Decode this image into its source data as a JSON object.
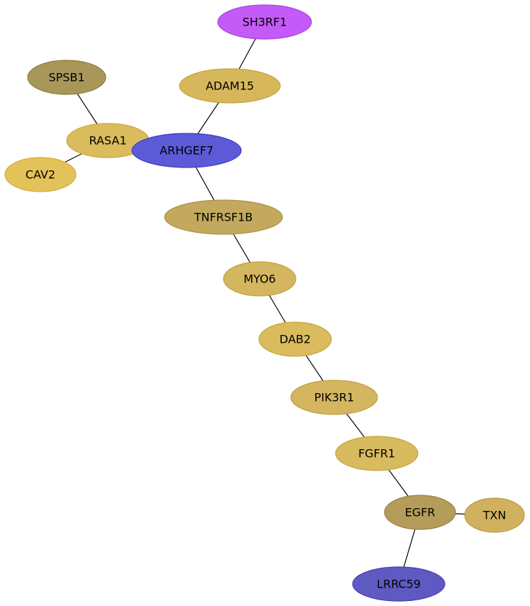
{
  "diagram": {
    "type": "network",
    "nodes": [
      {
        "id": "sh3rf1",
        "label": "SH3RF1",
        "fill": "#c45af7",
        "stroke": "#a843e0"
      },
      {
        "id": "spsb1",
        "label": "SPSB1",
        "fill": "#a99659",
        "stroke": "#8f7c3d"
      },
      {
        "id": "adam15",
        "label": "ADAM15",
        "fill": "#d7b75b",
        "stroke": "#c4a23c"
      },
      {
        "id": "rasa1",
        "label": "RASA1",
        "fill": "#dabc5d",
        "stroke": "#c8a63d"
      },
      {
        "id": "arhgef7",
        "label": "ARHGEF7",
        "fill": "#5d5ad8",
        "stroke": "#3e3ac4"
      },
      {
        "id": "cav2",
        "label": "CAV2",
        "fill": "#e4c25a",
        "stroke": "#d2ad3a"
      },
      {
        "id": "tnfrsf1b",
        "label": "TNFRSF1B",
        "fill": "#c2a95e",
        "stroke": "#a99040"
      },
      {
        "id": "myo6",
        "label": "MYO6",
        "fill": "#d5b660",
        "stroke": "#c19f40"
      },
      {
        "id": "dab2",
        "label": "DAB2",
        "fill": "#dabc5e",
        "stroke": "#c6a63e"
      },
      {
        "id": "pik3r1",
        "label": "PIK3R1",
        "fill": "#d3b65f",
        "stroke": "#be9e3e"
      },
      {
        "id": "fgfr1",
        "label": "FGFR1",
        "fill": "#d9bb5f",
        "stroke": "#c5a43e"
      },
      {
        "id": "egfr",
        "label": "EGFR",
        "fill": "#b49c5b",
        "stroke": "#9a823c"
      },
      {
        "id": "txn",
        "label": "TXN",
        "fill": "#d1b15f",
        "stroke": "#bc9a3e"
      },
      {
        "id": "lrrc59",
        "label": "LRRC59",
        "fill": "#5f5ac2",
        "stroke": "#4540ad"
      }
    ],
    "edges": [
      {
        "from": "sh3rf1",
        "to": "adam15"
      },
      {
        "from": "spsb1",
        "to": "rasa1"
      },
      {
        "from": "rasa1",
        "to": "cav2"
      },
      {
        "from": "rasa1",
        "to": "arhgef7"
      },
      {
        "from": "adam15",
        "to": "arhgef7"
      },
      {
        "from": "arhgef7",
        "to": "tnfrsf1b"
      },
      {
        "from": "tnfrsf1b",
        "to": "myo6"
      },
      {
        "from": "myo6",
        "to": "dab2"
      },
      {
        "from": "dab2",
        "to": "pik3r1"
      },
      {
        "from": "pik3r1",
        "to": "fgfr1"
      },
      {
        "from": "fgfr1",
        "to": "egfr"
      },
      {
        "from": "egfr",
        "to": "txn"
      },
      {
        "from": "egfr",
        "to": "lrrc59"
      }
    ]
  }
}
